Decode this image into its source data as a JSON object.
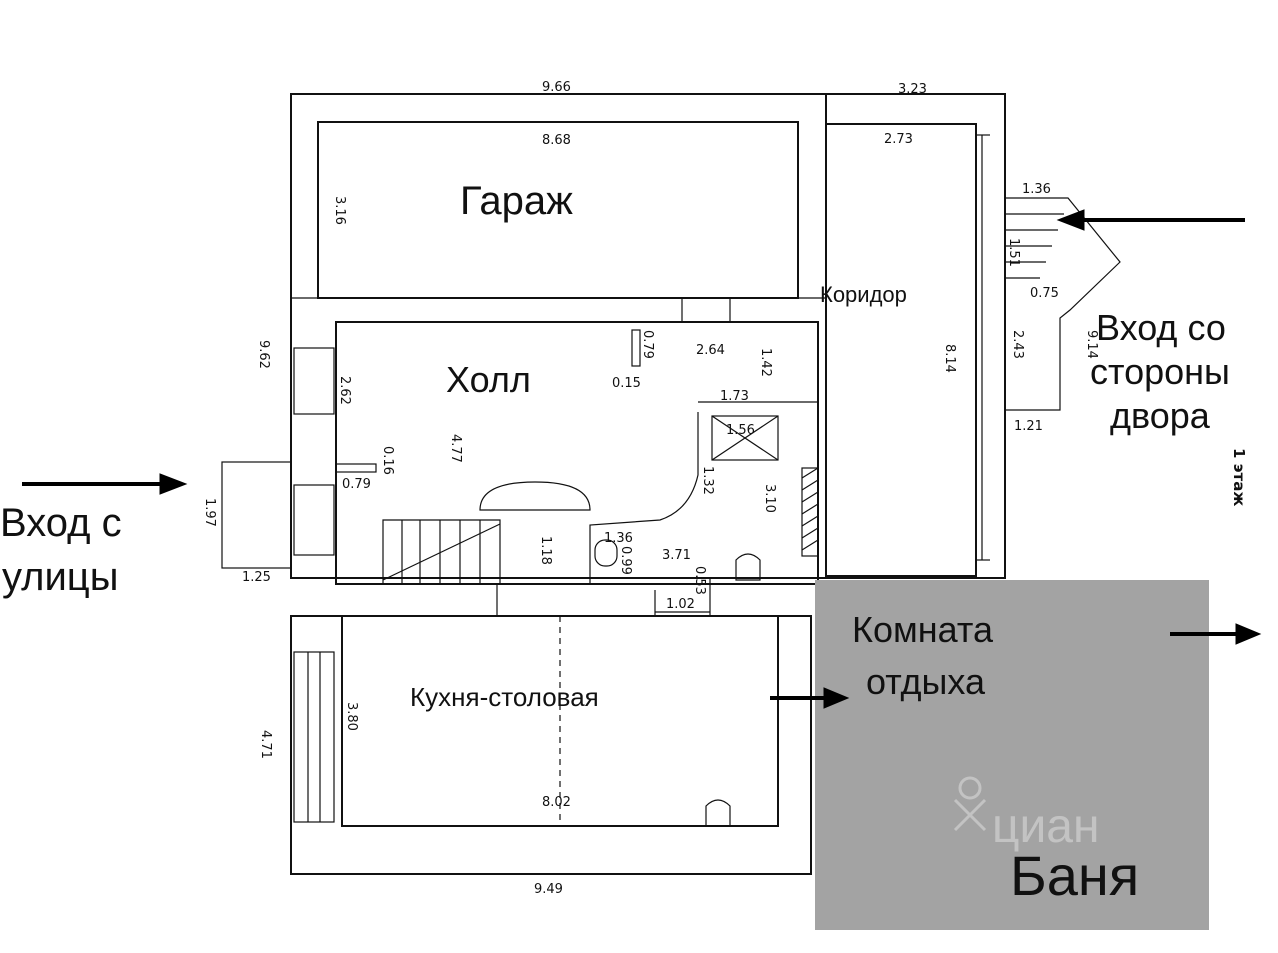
{
  "rooms": {
    "garage": "Гараж",
    "corridor": "Коридор",
    "hall": "Холл",
    "kitchen": "Кухня-столовая",
    "rest_room_line1": "Комната",
    "rest_room_line2": "отдыха",
    "bath": "Баня"
  },
  "entrances": {
    "street_line1": "Вход с",
    "street_line2": "улицы",
    "yard_line1": "Вход со",
    "yard_line2": "стороны",
    "yard_line3": "двора"
  },
  "floor_label": "1 этаж",
  "watermark": "циан",
  "dimensions": {
    "top_left": "9.66",
    "top_right": "3.23",
    "garage_inner": "8.68",
    "corridor_inner": "2.73",
    "garage_depth": "3.16",
    "porch_top": "1.36",
    "porch_side": "1.51",
    "porch_mid": "0.75",
    "porch_bottom": "1.21",
    "yard_depth": "2.43",
    "corridor_len": "8.14",
    "right_total": "9.14",
    "left_total": "9.62",
    "hall_a": "2.62",
    "hall_b": "4.77",
    "hall_door": "2.64",
    "hall_c": "1.42",
    "col_w": "0.79",
    "col_d": "0.15",
    "stair_top": "1.73",
    "shaft": "1.56",
    "stair_run": "1.32",
    "vert_310": "3.10",
    "niche_d": "0.16",
    "niche_w": "0.79",
    "entry_w": "1.97",
    "entry_d": "1.25",
    "stair_h": "1.18",
    "wc_w": "1.36",
    "wc_d": "0.99",
    "bath_w": "3.71",
    "bath_d": "0.53",
    "step_w": "1.02",
    "kitchen_d": "3.80",
    "kitchen_outer": "4.71",
    "kitchen_w": "8.02",
    "bottom_total": "9.49"
  },
  "colors": {
    "bath_fill": "#a3a3a3",
    "ink": "#111111",
    "background": "#ffffff"
  }
}
